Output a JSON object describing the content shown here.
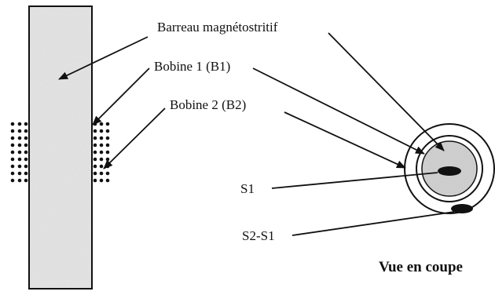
{
  "labels": {
    "bar": "Barreau magnétostritif",
    "coil1": "Bobine 1 (B1)",
    "coil2": "Bobine 2 (B2)",
    "s1": "S1",
    "s2s1": "S2-S1",
    "view": "Vue en coupe"
  },
  "colors": {
    "ink": "#111111",
    "bar_fill": "#e6e6e6",
    "core_fill": "#cfcfcf",
    "background": "#ffffff"
  }
}
